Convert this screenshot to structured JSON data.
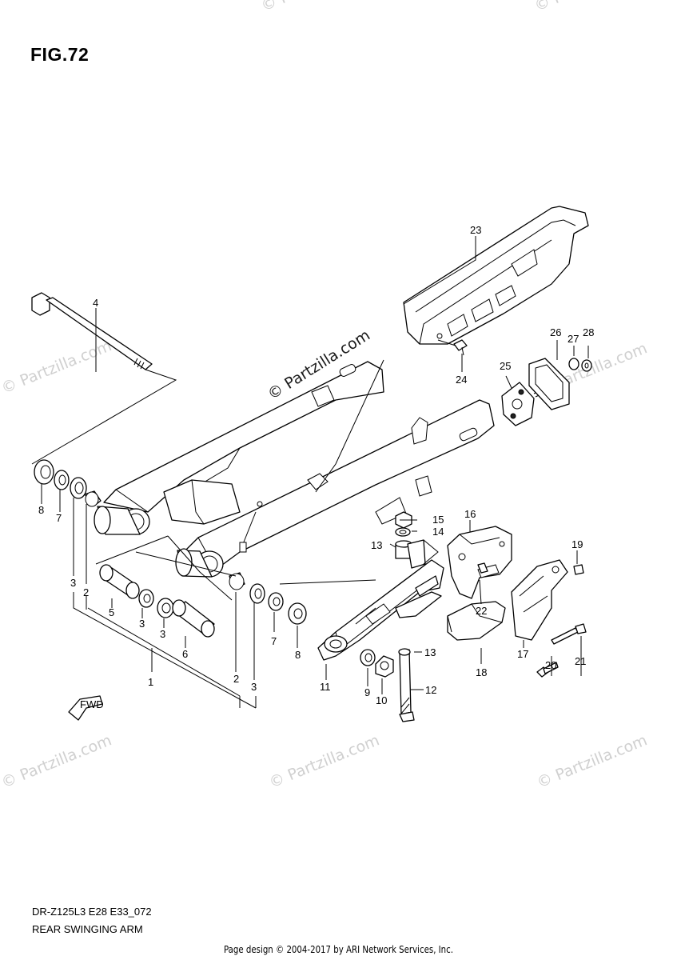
{
  "figure": {
    "title": "FIG.72",
    "model_code": "DR-Z125L3 E28 E33_072",
    "diagram_name": "REAR SWINGING ARM",
    "fwd_label": "FWD"
  },
  "watermark": {
    "text": "© Partzilla.com"
  },
  "footer": {
    "text": "Page design © 2004-2017 by ARI Network Services, Inc."
  },
  "callouts": {
    "c1": "1",
    "c2a": "2",
    "c2b": "2",
    "c3a": "3",
    "c3b": "3",
    "c3c": "3",
    "c3d": "3",
    "c4": "4",
    "c5": "5",
    "c6": "6",
    "c7a": "7",
    "c7b": "7",
    "c8a": "8",
    "c8b": "8",
    "c9": "9",
    "c10": "10",
    "c11": "11",
    "c12": "12",
    "c13a": "13",
    "c13b": "13",
    "c14": "14",
    "c15": "15",
    "c16": "16",
    "c17": "17",
    "c18": "18",
    "c19": "19",
    "c20": "20",
    "c21": "21",
    "c22": "22",
    "c23": "23",
    "c24": "24",
    "c25": "25",
    "c26": "26",
    "c27": "27",
    "c28": "28"
  }
}
